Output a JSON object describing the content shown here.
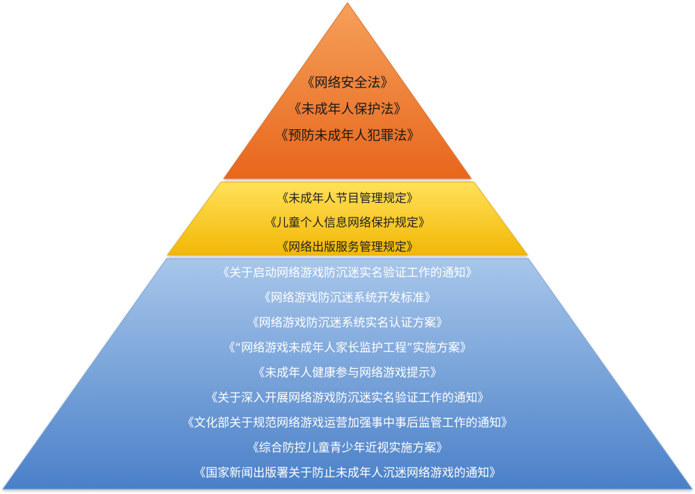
{
  "colors": {
    "top_fill_light": "#F5A05A",
    "top_fill_dark": "#E8661C",
    "middle_fill_light": "#FFE15A",
    "middle_fill_dark": "#F2B705",
    "base_fill_light": "#A7C6EA",
    "base_fill_dark": "#4A80C8"
  },
  "tiers": {
    "top": {
      "lines": [
        "《网络安全法》",
        "《未成年人保护法》",
        "《预防未成年人犯罪法》"
      ]
    },
    "middle": {
      "lines": [
        "《未成年人节目管理规定》",
        "《儿童个人信息网络保护规定》",
        "《网络出版服务管理规定》"
      ]
    },
    "base": {
      "lines": [
        "《关于启动网络游戏防沉迷实名验证工作的通知》",
        "《网络游戏防沉迷系统开发标准》",
        "《网络游戏防沉迷系统实名认证方案》",
        "《“网络游戏未成年人家长监护工程”实施方案》",
        "《未成年人健康参与网络游戏提示》",
        "《关于深入开展网络游戏防沉迷实名验证工作的通知》",
        "《文化部关于规范网络游戏运营加强事中事后监管工作的通知》",
        "《综合防控儿童青少年近视实施方案》",
        "《国家新闻出版署关于防止未成年人沉迷网络游戏的通知》"
      ]
    }
  }
}
